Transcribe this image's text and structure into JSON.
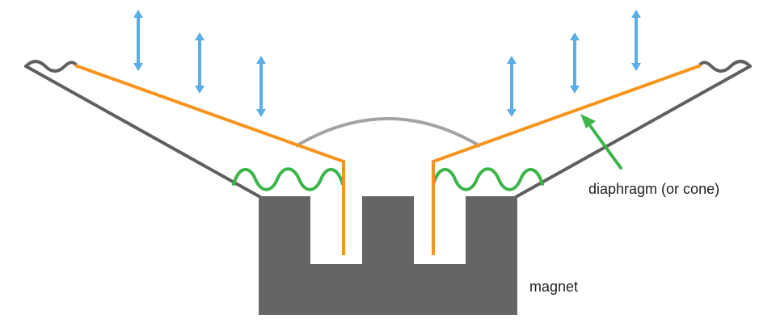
{
  "labels": {
    "diaphragm": "diaphragm (or cone)",
    "magnet": "magnet"
  },
  "colors": {
    "frame": "#5f5f5f",
    "magnet": "#656565",
    "cone": "#f7941d",
    "dome": "#a3a3a3",
    "spider": "#3cb54a",
    "motion_arrow": "#5aaee8",
    "pointer_arrow": "#3cb54a",
    "label_text": "#222222"
  },
  "icons": {
    "motion": "double-headed-vertical-arrow",
    "pointer": "pointer-arrow"
  }
}
